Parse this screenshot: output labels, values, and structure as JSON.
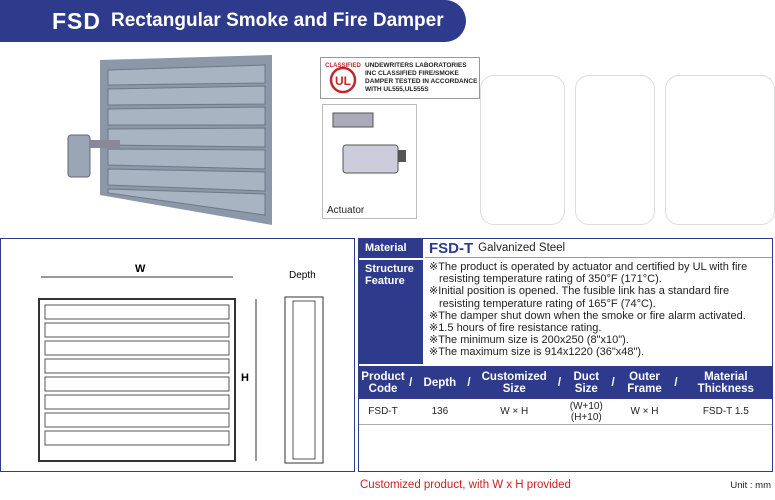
{
  "header": {
    "code": "FSD",
    "title": "Rectangular Smoke and Fire Damper"
  },
  "ul_badge": {
    "logo_text": "CLASSIFIED UL",
    "text": [
      "UNDEWRITERS LABORATORIES",
      "INC CLASSIFIED FIRE/SMOKE",
      "DAMPER TESTED IN ACCORDANCE",
      "WITH UL555,UL555S"
    ]
  },
  "actuator_label": "Actuator",
  "drawing": {
    "width_label": "W",
    "height_label": "H",
    "depth_label": "Depth"
  },
  "material": {
    "label": "Material",
    "code": "FSD-T",
    "value": "Galvanized Steel"
  },
  "structure": {
    "label": "Structure Feature",
    "items": [
      "※The product is operated by actuator and certified by UL with fire resisting temperature rating of 350°F (171°C).",
      "※Initial position is opened.  The fusible link has a standard fire resisting temperature rating of 165°F (74°C).",
      "※The damper shut down when the smoke or fire alarm activated.",
      "※1.5 hours of fire resistance rating.",
      "※The minimum size is 200x250 (8\"x10\").",
      "※The maximum size is 914x1220 (36\"x48\")."
    ]
  },
  "table": {
    "headers": [
      "Product Code",
      "Depth",
      "Customized Size",
      "Duct Size",
      "Outer Frame",
      "Material Thickness"
    ],
    "row": [
      "FSD-T",
      "136",
      "W × H",
      "(W+10) (H+10)",
      "W × H",
      "FSD-T  1.5"
    ]
  },
  "footer": {
    "note": "Customized product, with W x H provided",
    "unit": "Unit : mm"
  }
}
